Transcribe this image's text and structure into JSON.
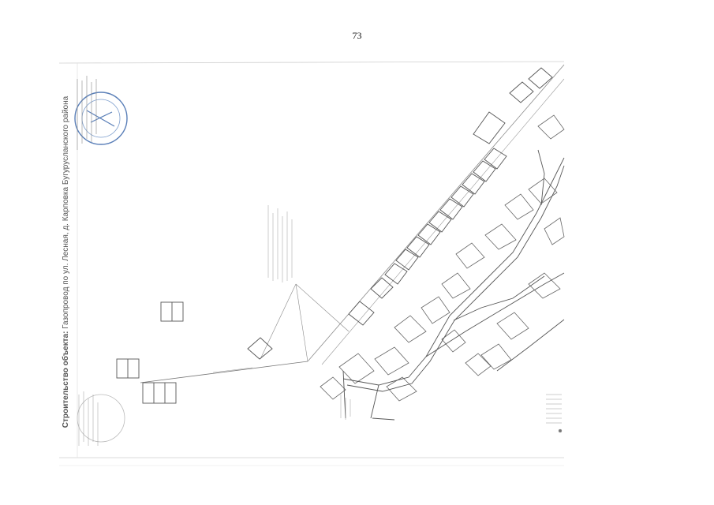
{
  "page": {
    "number": "73"
  },
  "drawing": {
    "object_label": "Строительство объекта:",
    "object_name": "Газопровод по ул. Лесная, д. Карповка Бугурусланского района",
    "colors": {
      "ink": "#555555",
      "light_ink": "#9a9a9a",
      "stamp": "#5a7fb8",
      "background": "#ffffff"
    }
  }
}
